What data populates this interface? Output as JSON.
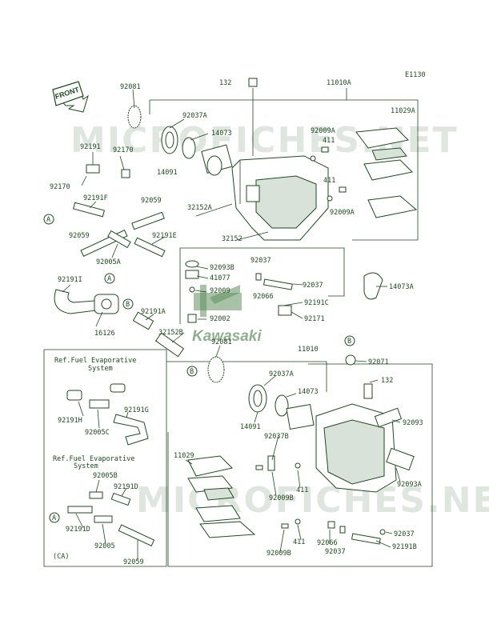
{
  "diagram_code": "E1130",
  "front_label": "FRONT",
  "brand": "Kawasaki",
  "watermark": "MICROFICHES.NET",
  "ref_labels": {
    "ref1_line1": "Ref.Fuel Evaporative",
    "ref1_line2": "System",
    "ref2_line1": "Ref.Fuel Evaporative",
    "ref2_line2": "System",
    "ca": "(CA)"
  },
  "callouts": {
    "a1": "A",
    "a2": "A",
    "a3": "A",
    "b1": "B",
    "b2": "B",
    "b3": "B"
  },
  "part_numbers": {
    "p132_top": "132",
    "p11010A": "11010A",
    "p92081_top": "92081",
    "p92037A_top": "92037A",
    "p14073_top": "14073",
    "p92009A_top": "92009A",
    "p11029A": "11029A",
    "p411_a": "411",
    "p411_b": "411",
    "p92009A_mid": "92009A",
    "p92191_top": "92191",
    "p92170_a": "92170",
    "p92170_b": "92170",
    "p14091_top": "14091",
    "p92191F": "92191F",
    "p92059_a": "92059",
    "p32152A": "32152A",
    "p92059_b": "92059",
    "p92191E": "92191E",
    "p92005A": "92005A",
    "p32152": "32152",
    "p92093B": "92093B",
    "p92037_mid": "92037",
    "p41077": "41077",
    "p92009": "92009",
    "p92066_top": "92066",
    "p92037_mid2": "92037",
    "p92191C": "92191C",
    "p14073A": "14073A",
    "p92191I": "92191I",
    "p16126": "16126",
    "p92191A": "92191A",
    "p92002": "92002",
    "p92171": "92171",
    "p32152B": "32152B",
    "p92081_mid": "92081",
    "p11010": "11010",
    "p92071": "92071",
    "p132_mid": "132",
    "p92037A_mid": "92037A",
    "p14073_mid": "14073",
    "p92093": "92093",
    "p92191H": "92191H",
    "p92191G": "92191G",
    "p92005C": "92005C",
    "p14091_mid": "14091",
    "p92037B": "92037B",
    "p11029": "11029",
    "p92005B": "92005B",
    "p92191D_a": "92191D",
    "p92093A": "92093A",
    "p411_c": "411",
    "p92009B_a": "92009B",
    "p92191D_b": "92191D",
    "p92005": "92005",
    "p92066_bot": "92066",
    "p92037_bot": "92037",
    "p411_d": "411",
    "p92037_bot2": "92037",
    "p92191B": "92191B",
    "p92009B_b": "92009B",
    "p92059_c": "92059"
  },
  "colors": {
    "ink": "#1f4a1f",
    "watermark": "#dfe5df",
    "logo_green": "#5f8f5f"
  }
}
